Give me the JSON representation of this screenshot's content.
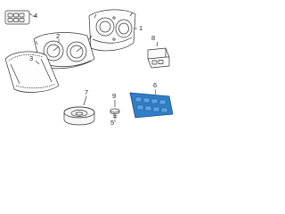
{
  "diagram": {
    "callouts": [
      {
        "id": "part-1",
        "label": "1"
      },
      {
        "id": "part-2",
        "label": "2"
      },
      {
        "id": "part-3",
        "label": "3"
      },
      {
        "id": "part-4",
        "label": "4"
      },
      {
        "id": "part-5",
        "label": "5"
      },
      {
        "id": "part-6",
        "label": "6"
      },
      {
        "id": "part-7",
        "label": "7"
      },
      {
        "id": "part-8",
        "label": "8"
      },
      {
        "id": "part-9",
        "label": "9"
      }
    ],
    "colors": {
      "line": "#333333",
      "highlight": "#2f7fc8",
      "highlight_dark": "#1f4f86",
      "background": "#ffffff"
    }
  }
}
